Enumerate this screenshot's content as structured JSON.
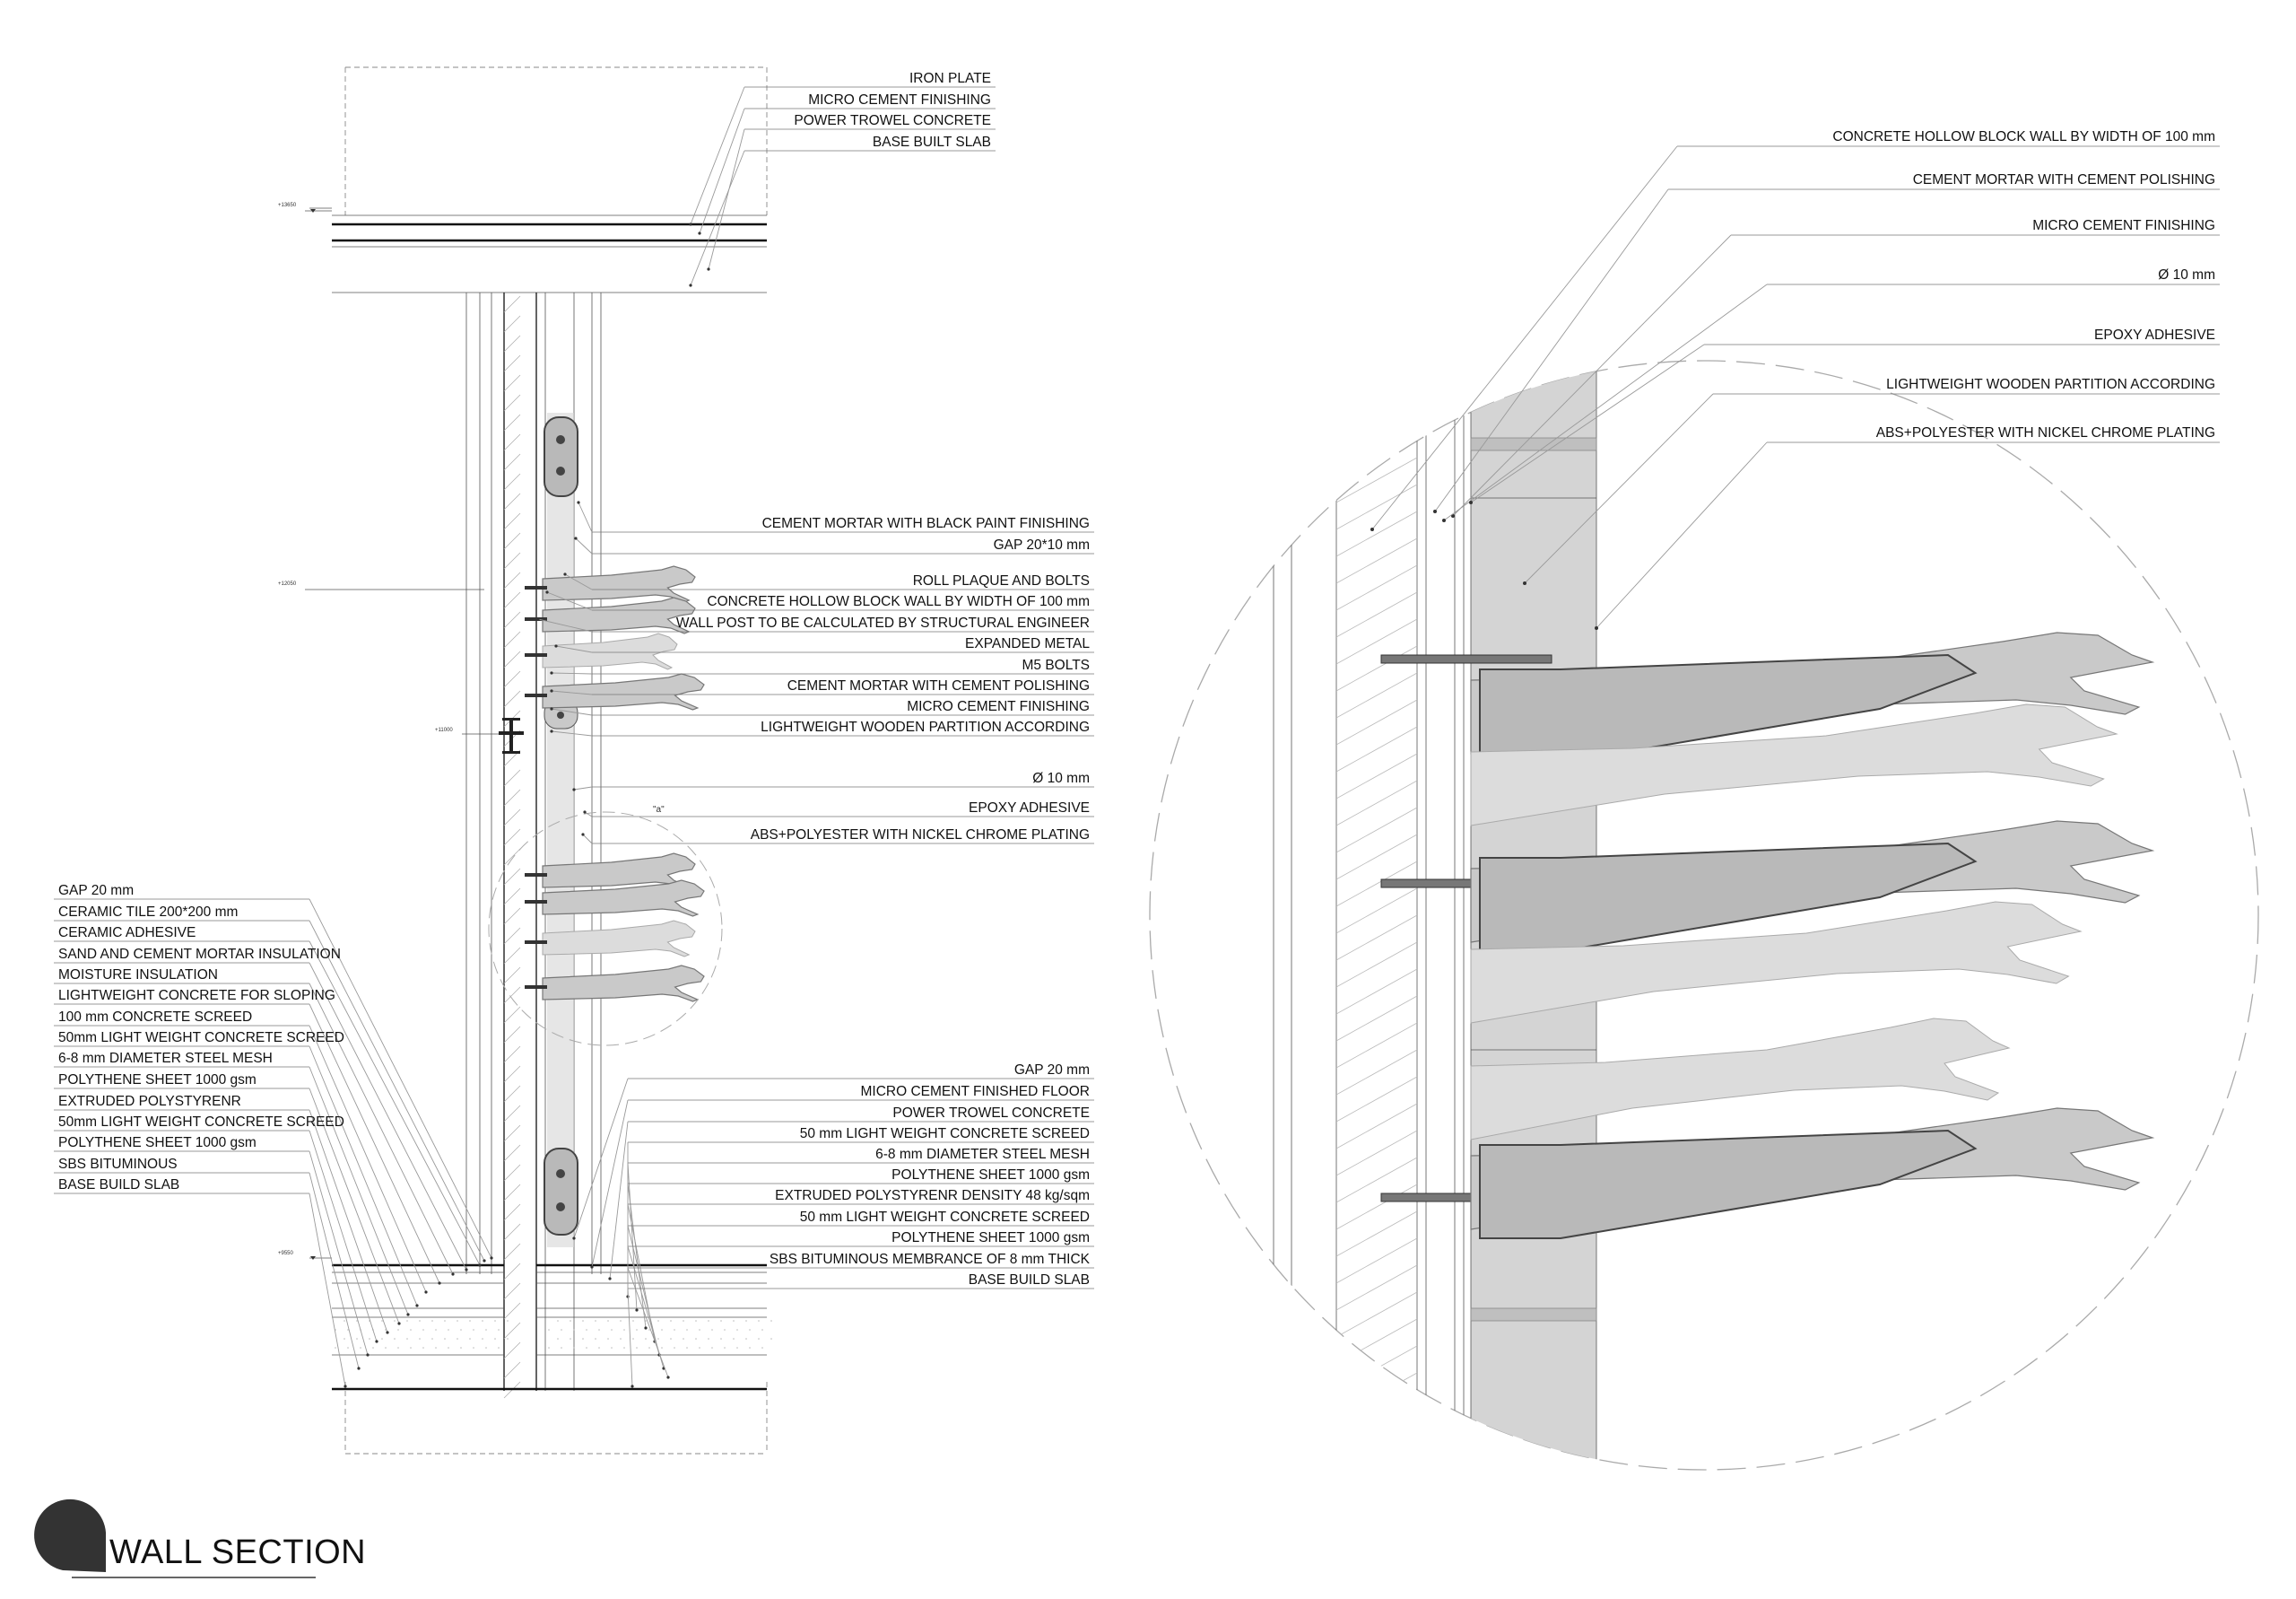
{
  "title": "WALL SECTION",
  "section_labels": {
    "top": [
      "IRON PLATE",
      "MICRO CEMENT FINISHING",
      "POWER TROWEL CONCRETE",
      "BASE BUILT SLAB"
    ],
    "middle": [
      "CEMENT MORTAR WITH BLACK PAINT FINISHING",
      "GAP 20*10 mm",
      "ROLL PLAQUE AND BOLTS",
      "CONCRETE HOLLOW BLOCK WALL BY WIDTH OF 100 mm",
      "WALL POST TO BE CALCULATED BY STRUCTURAL ENGINEER",
      "EXPANDED METAL",
      "M5 BOLTS",
      "CEMENT MORTAR WITH CEMENT POLISHING",
      "MICRO CEMENT FINISHING",
      "LIGHTWEIGHT WOODEN PARTITION ACCORDING",
      "Ø 10 mm",
      "EPOXY ADHESIVE",
      "ABS+POLYESTER WITH NICKEL CHROME PLATING"
    ],
    "left": [
      "GAP 20 mm",
      "CERAMIC TILE 200*200 mm",
      "CERAMIC ADHESIVE",
      "SAND AND CEMENT MORTAR INSULATION",
      "MOISTURE INSULATION",
      "LIGHTWEIGHT CONCRETE FOR SLOPING",
      "100 mm CONCRETE SCREED",
      "50mm LIGHT WEIGHT CONCRETE SCREED",
      "6-8 mm DIAMETER STEEL MESH",
      "POLYTHENE SHEET 1000 gsm",
      "EXTRUDED POLYSTYRENR",
      "50mm LIGHT WEIGHT CONCRETE SCREED",
      "POLYTHENE SHEET 1000 gsm",
      "SBS BITUMINOUS",
      "BASE BUILD SLAB"
    ],
    "bottom": [
      "GAP 20 mm",
      "MICRO CEMENT FINISHED FLOOR",
      "POWER TROWEL CONCRETE",
      "50 mm LIGHT WEIGHT CONCRETE SCREED",
      "6-8 mm DIAMETER STEEL MESH",
      "POLYTHENE SHEET 1000 gsm",
      "EXTRUDED POLYSTYRENR DENSITY 48 kg/sqm",
      "50 mm LIGHT WEIGHT CONCRETE SCREED",
      "POLYTHENE SHEET 1000 gsm",
      "SBS BITUMINOUS MEMBRANCE OF 8 mm THICK",
      "BASE BUILD SLAB"
    ]
  },
  "detail_labels": [
    "CONCRETE HOLLOW BLOCK WALL BY WIDTH OF 100 mm",
    "CEMENT MORTAR WITH CEMENT POLISHING",
    "MICRO CEMENT FINISHING",
    "Ø 10 mm",
    "EPOXY ADHESIVE",
    "LIGHTWEIGHT WOODEN PARTITION ACCORDING",
    "ABS+POLYESTER WITH NICKEL CHROME PLATING"
  ],
  "detail_marker": "\"a\"",
  "levels": [
    "+13650",
    "+12050",
    "+11000",
    "+9550"
  ]
}
